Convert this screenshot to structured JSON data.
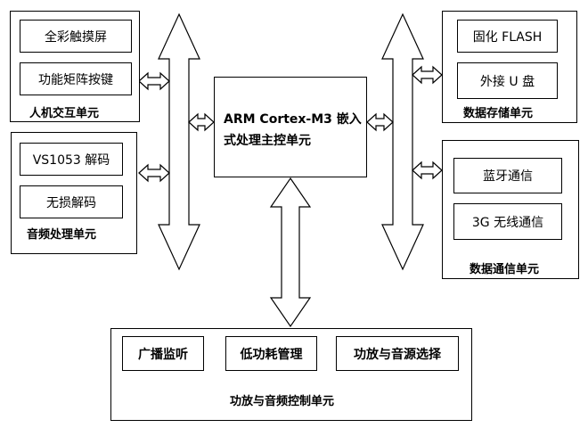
{
  "hmi": {
    "title": "人机交互单元",
    "items": [
      "全彩触摸屏",
      "功能矩阵按键"
    ]
  },
  "audio": {
    "title": "音频处理单元",
    "items": [
      "VS1053 解码",
      "无损解码"
    ]
  },
  "core": {
    "line1": "ARM Cortex-M3 嵌入",
    "line2": "式处理主控单元"
  },
  "storage": {
    "title": "数据存储单元",
    "items": [
      "固化 FLASH",
      "外接 U 盘"
    ]
  },
  "comm": {
    "title": "数据通信单元",
    "items": [
      "蓝牙通信",
      "3G 无线通信"
    ]
  },
  "amp": {
    "title": "功放与音频控制单元",
    "items": [
      "广播监听",
      "低功耗管理",
      "功放与音源选择"
    ]
  }
}
